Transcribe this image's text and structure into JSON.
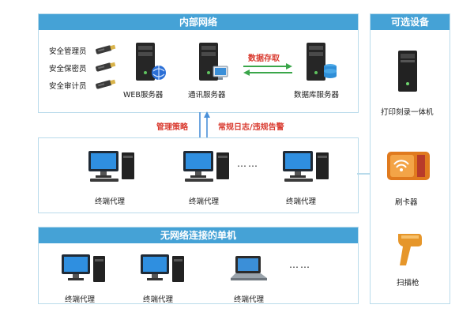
{
  "internal_network": {
    "title": "内部网络",
    "admins": [
      "安全管理员",
      "安全保密员",
      "安全审计员"
    ],
    "servers": [
      "WEB服务器",
      "通讯服务器",
      "数据库服务器"
    ],
    "link_label": "数据存取"
  },
  "arrows": {
    "left_label": "管理策略",
    "right_label": "常规日志/违规告警"
  },
  "terminals": {
    "items": [
      "终端代理",
      "终端代理",
      "终端代理"
    ],
    "ellipsis": "……"
  },
  "standalone": {
    "title": "无网络连接的单机",
    "items": [
      "终端代理",
      "终端代理",
      "终端代理"
    ],
    "ellipsis": "……"
  },
  "optional": {
    "title": "可选设备",
    "items": [
      "打印刻录一体机",
      "刷卡器",
      "扫描枪"
    ]
  },
  "colors": {
    "band": "#45a2d6",
    "border": "#b9dbeb",
    "red_label": "#d93a2f",
    "green_arrow": "#3aa64a"
  }
}
